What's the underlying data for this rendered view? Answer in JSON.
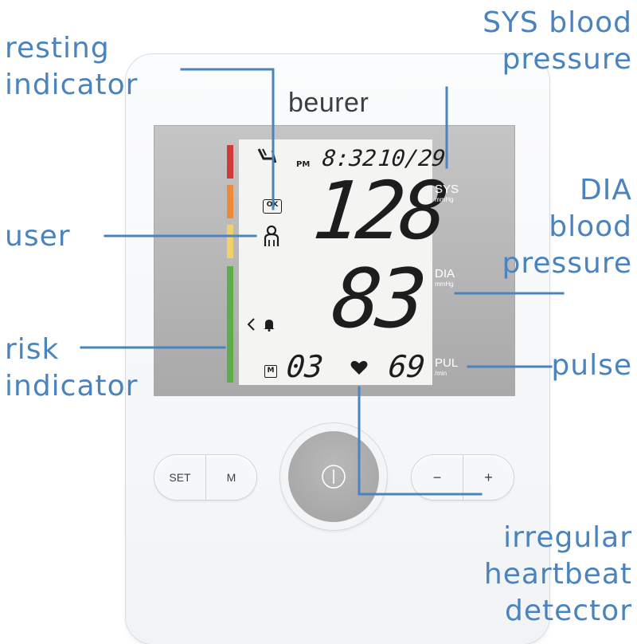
{
  "labels": {
    "resting_indicator": [
      "resting",
      "indicator"
    ],
    "user": "user",
    "risk_indicator": [
      "risk",
      "indicator"
    ],
    "sys_blood_pressure": [
      "SYS blood",
      "pressure"
    ],
    "dia_blood_pressure": [
      "DIA",
      "blood",
      "pressure"
    ],
    "pulse": "pulse",
    "irregular_heartbeat_detector": [
      "irregular",
      "heartbeat",
      "detector"
    ]
  },
  "device": {
    "brand": "beurer",
    "display": {
      "time_period": "PM",
      "time": "8:32",
      "date": "10/29",
      "systolic": "128",
      "diastolic": "83",
      "memory_number": "03",
      "pulse": "69",
      "ok_badge": "OK",
      "memory_badge": "M"
    },
    "units": {
      "sys": "SYS",
      "sys_unit": "mmHg",
      "dia": "DIA",
      "dia_unit": "mmHg",
      "pul": "PUL",
      "pul_unit": "/min"
    },
    "risk_scale_colors": [
      "#d33a36",
      "#ec8a3a",
      "#f4d06a",
      "#5cad4c"
    ],
    "buttons": {
      "set": "SET",
      "m": "M",
      "minus": "−",
      "plus": "+"
    },
    "icons": {
      "power": "power-icon",
      "heart": "heart-icon",
      "user": "user-icon",
      "rest": "resting-icon",
      "bell": "bell-icon",
      "arrow": "chevron-left-icon"
    }
  },
  "accent_color": "#4a83bd"
}
